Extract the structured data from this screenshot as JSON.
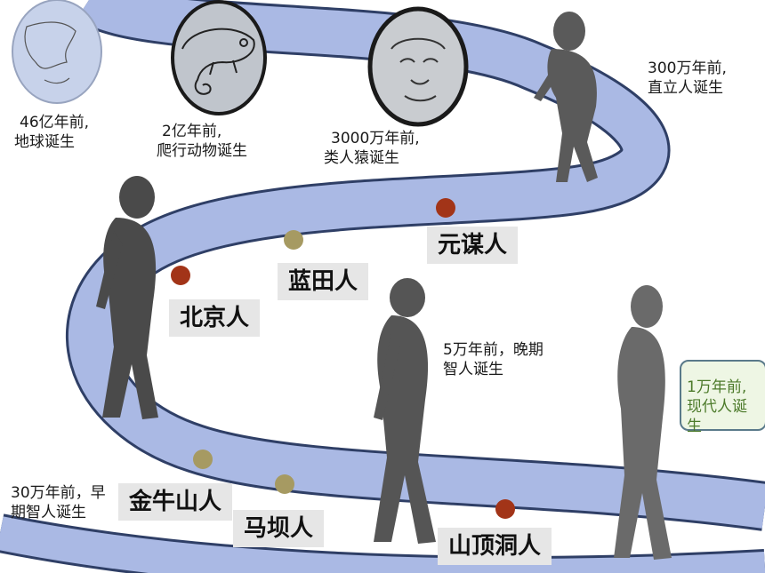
{
  "events": {
    "earth": [
      "46亿年前,",
      "地球诞生"
    ],
    "reptile": [
      "2亿年前,",
      "爬行动物诞生"
    ],
    "ape": [
      "3000万年前,",
      "类人猿诞生"
    ],
    "erectus": [
      "300万年前,",
      "直立人诞生"
    ],
    "late_sapiens": [
      "5万年前，晚期",
      "智人诞生"
    ],
    "early_sapiens": [
      "30万年前，早",
      "期智人诞生"
    ],
    "modern": [
      "1万年前,",
      "现代人诞",
      "生"
    ]
  },
  "sites": {
    "yuanmou": "元谋人",
    "lantian": "蓝田人",
    "beijing": "北京人",
    "jinniushan": "金牛山人",
    "maba": "马坝人",
    "shanding": "山顶洞人"
  },
  "colors": {
    "road": "#aab9e4",
    "road_edge": "#2f3f66",
    "dot_red": "#a23418",
    "dot_olive": "#a69a62",
    "label_bg": "#e6e6e6"
  }
}
